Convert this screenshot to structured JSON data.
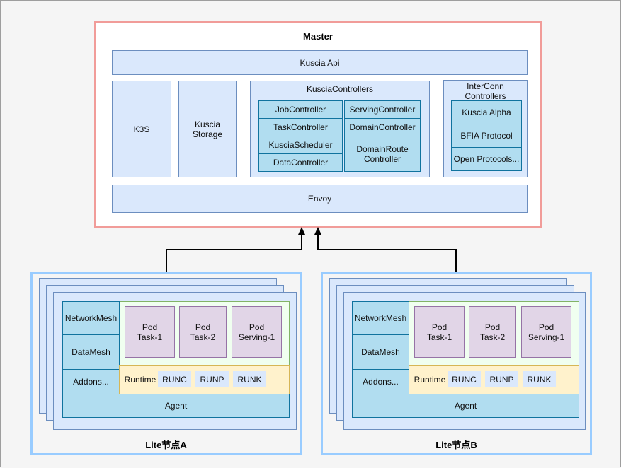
{
  "master": {
    "title": "Master",
    "kuscia_api": "Kuscia Api",
    "k3s": "K3S",
    "kuscia_storage": "Kuscia\nStorage",
    "controllers": {
      "title": "KusciaControllers",
      "left": [
        "JobController",
        "TaskController",
        "KusciaScheduler",
        "DataController"
      ],
      "right": [
        "ServingController",
        "DomainController",
        "DomainRoute\nController"
      ]
    },
    "interconn": {
      "title": "InterConn\nControllers",
      "items": [
        "Kuscia Alpha",
        "BFIA Protocol",
        "Open Protocols..."
      ]
    },
    "envoy": "Envoy"
  },
  "lite_nodes": [
    {
      "title": "Lite节点A",
      "left_items": [
        "NetworkMesh",
        "DataMesh",
        "Addons..."
      ],
      "pods": [
        "Pod\nTask-1",
        "Pod\nTask-2",
        "Pod\nServing-1"
      ],
      "runtime_label": "Runtime",
      "runtimes": [
        "RUNC",
        "RUNP",
        "RUNK"
      ],
      "agent": "Agent"
    },
    {
      "title": "Lite节点B",
      "left_items": [
        "NetworkMesh",
        "DataMesh",
        "Addons..."
      ],
      "pods": [
        "Pod\nTask-1",
        "Pod\nTask-2",
        "Pod\nServing-1"
      ],
      "runtime_label": "Runtime",
      "runtimes": [
        "RUNC",
        "RUNP",
        "RUNK"
      ],
      "agent": "Agent"
    }
  ]
}
